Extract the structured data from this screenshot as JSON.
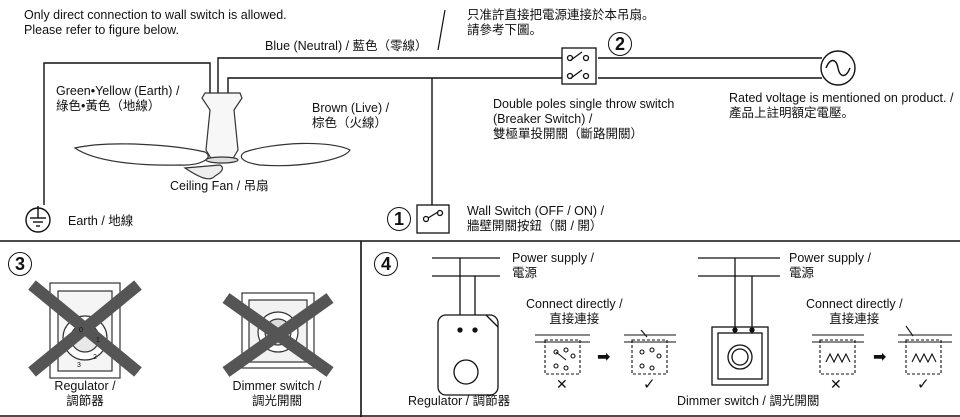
{
  "top": {
    "notice_en_1": "Only direct connection to wall switch is allowed.",
    "notice_en_2": "Please refer to figure below.",
    "notice_zh_1": "只准許直接把電源連接於本吊扇。",
    "notice_zh_2": "請參考下圖。",
    "blue_neutral": "Blue (Neutral) / 藍色（零線）",
    "green_yellow_1": "Green•Yellow (Earth) /",
    "green_yellow_2": "綠色•黃色（地線）",
    "brown_1": "Brown (Live) /",
    "brown_2": "棕色（火線）",
    "ceiling_fan": "Ceiling Fan / 吊扇",
    "earth": "Earth / 地線",
    "breaker_1": "Double poles single throw switch",
    "breaker_2": "(Breaker Switch) /",
    "breaker_3": "雙極單投開關（斷路開關）",
    "rated_1": "Rated voltage is mentioned on product. /",
    "rated_2": "產品上註明額定電壓。",
    "wall_switch_1": "Wall Switch (OFF / ON) /",
    "wall_switch_2": "牆壁開關按鈕（關 / 開）",
    "marker_1": "1",
    "marker_2": "2"
  },
  "panel3": {
    "marker": "3",
    "regulator_1": "Regulator /",
    "regulator_2": "調節器",
    "dimmer_1": "Dimmer switch /",
    "dimmer_2": "調光開關"
  },
  "panel4": {
    "marker": "4",
    "power_supply_1": "Power supply /",
    "power_supply_2": "電源",
    "connect_directly_1": "Connect directly /",
    "connect_directly_2": "直接連接",
    "regulator": "Regulator / 調節器",
    "dimmer_switch": "Dimmer switch / 調光開關",
    "cross_mark": "✕",
    "check_mark": "✓",
    "arrow": "➡"
  },
  "regulator_dial_labels": [
    "0",
    "1",
    "2",
    "3"
  ]
}
